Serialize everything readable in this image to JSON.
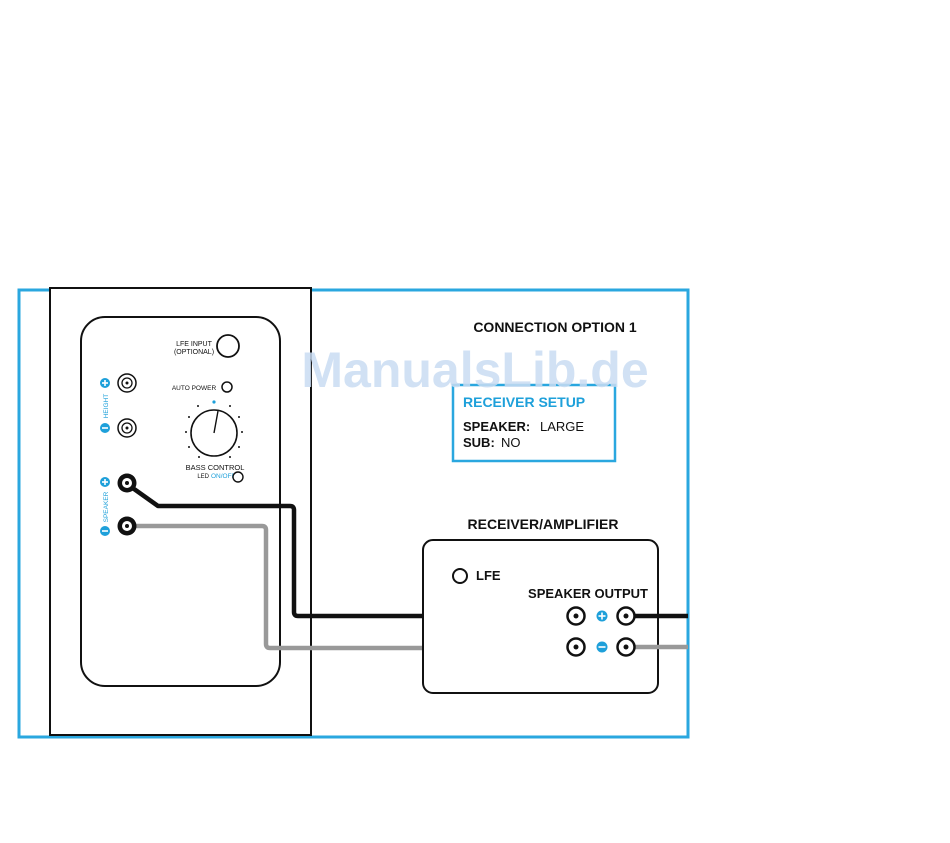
{
  "title": "CONNECTION OPTION 1",
  "watermark": "ManualsLib.de",
  "receiver_setup": {
    "heading": "RECEIVER SETUP",
    "speaker_key": "SPEAKER:",
    "speaker_value": "LARGE",
    "sub_key": "SUB:",
    "sub_value": "NO"
  },
  "speaker_panel": {
    "lfe_input_line1": "LFE INPUT",
    "lfe_input_line2": "(OPTIONAL)",
    "auto_power": "AUTO POWER",
    "height_label": "HEIGHT",
    "speaker_label": "SPEAKER",
    "bass_control": "BASS CONTROL",
    "led_label": "LED",
    "on_off": "ON/OFF"
  },
  "receiver": {
    "label": "RECEIVER/AMPLIFIER",
    "lfe": "LFE",
    "speaker_output": "SPEAKER OUTPUT"
  },
  "colors": {
    "frame": "#2aa7df",
    "accent": "#1ea0da",
    "positive_wire": "#111111",
    "negative_wire": "#999999",
    "watermark": "#c9dcf2"
  }
}
